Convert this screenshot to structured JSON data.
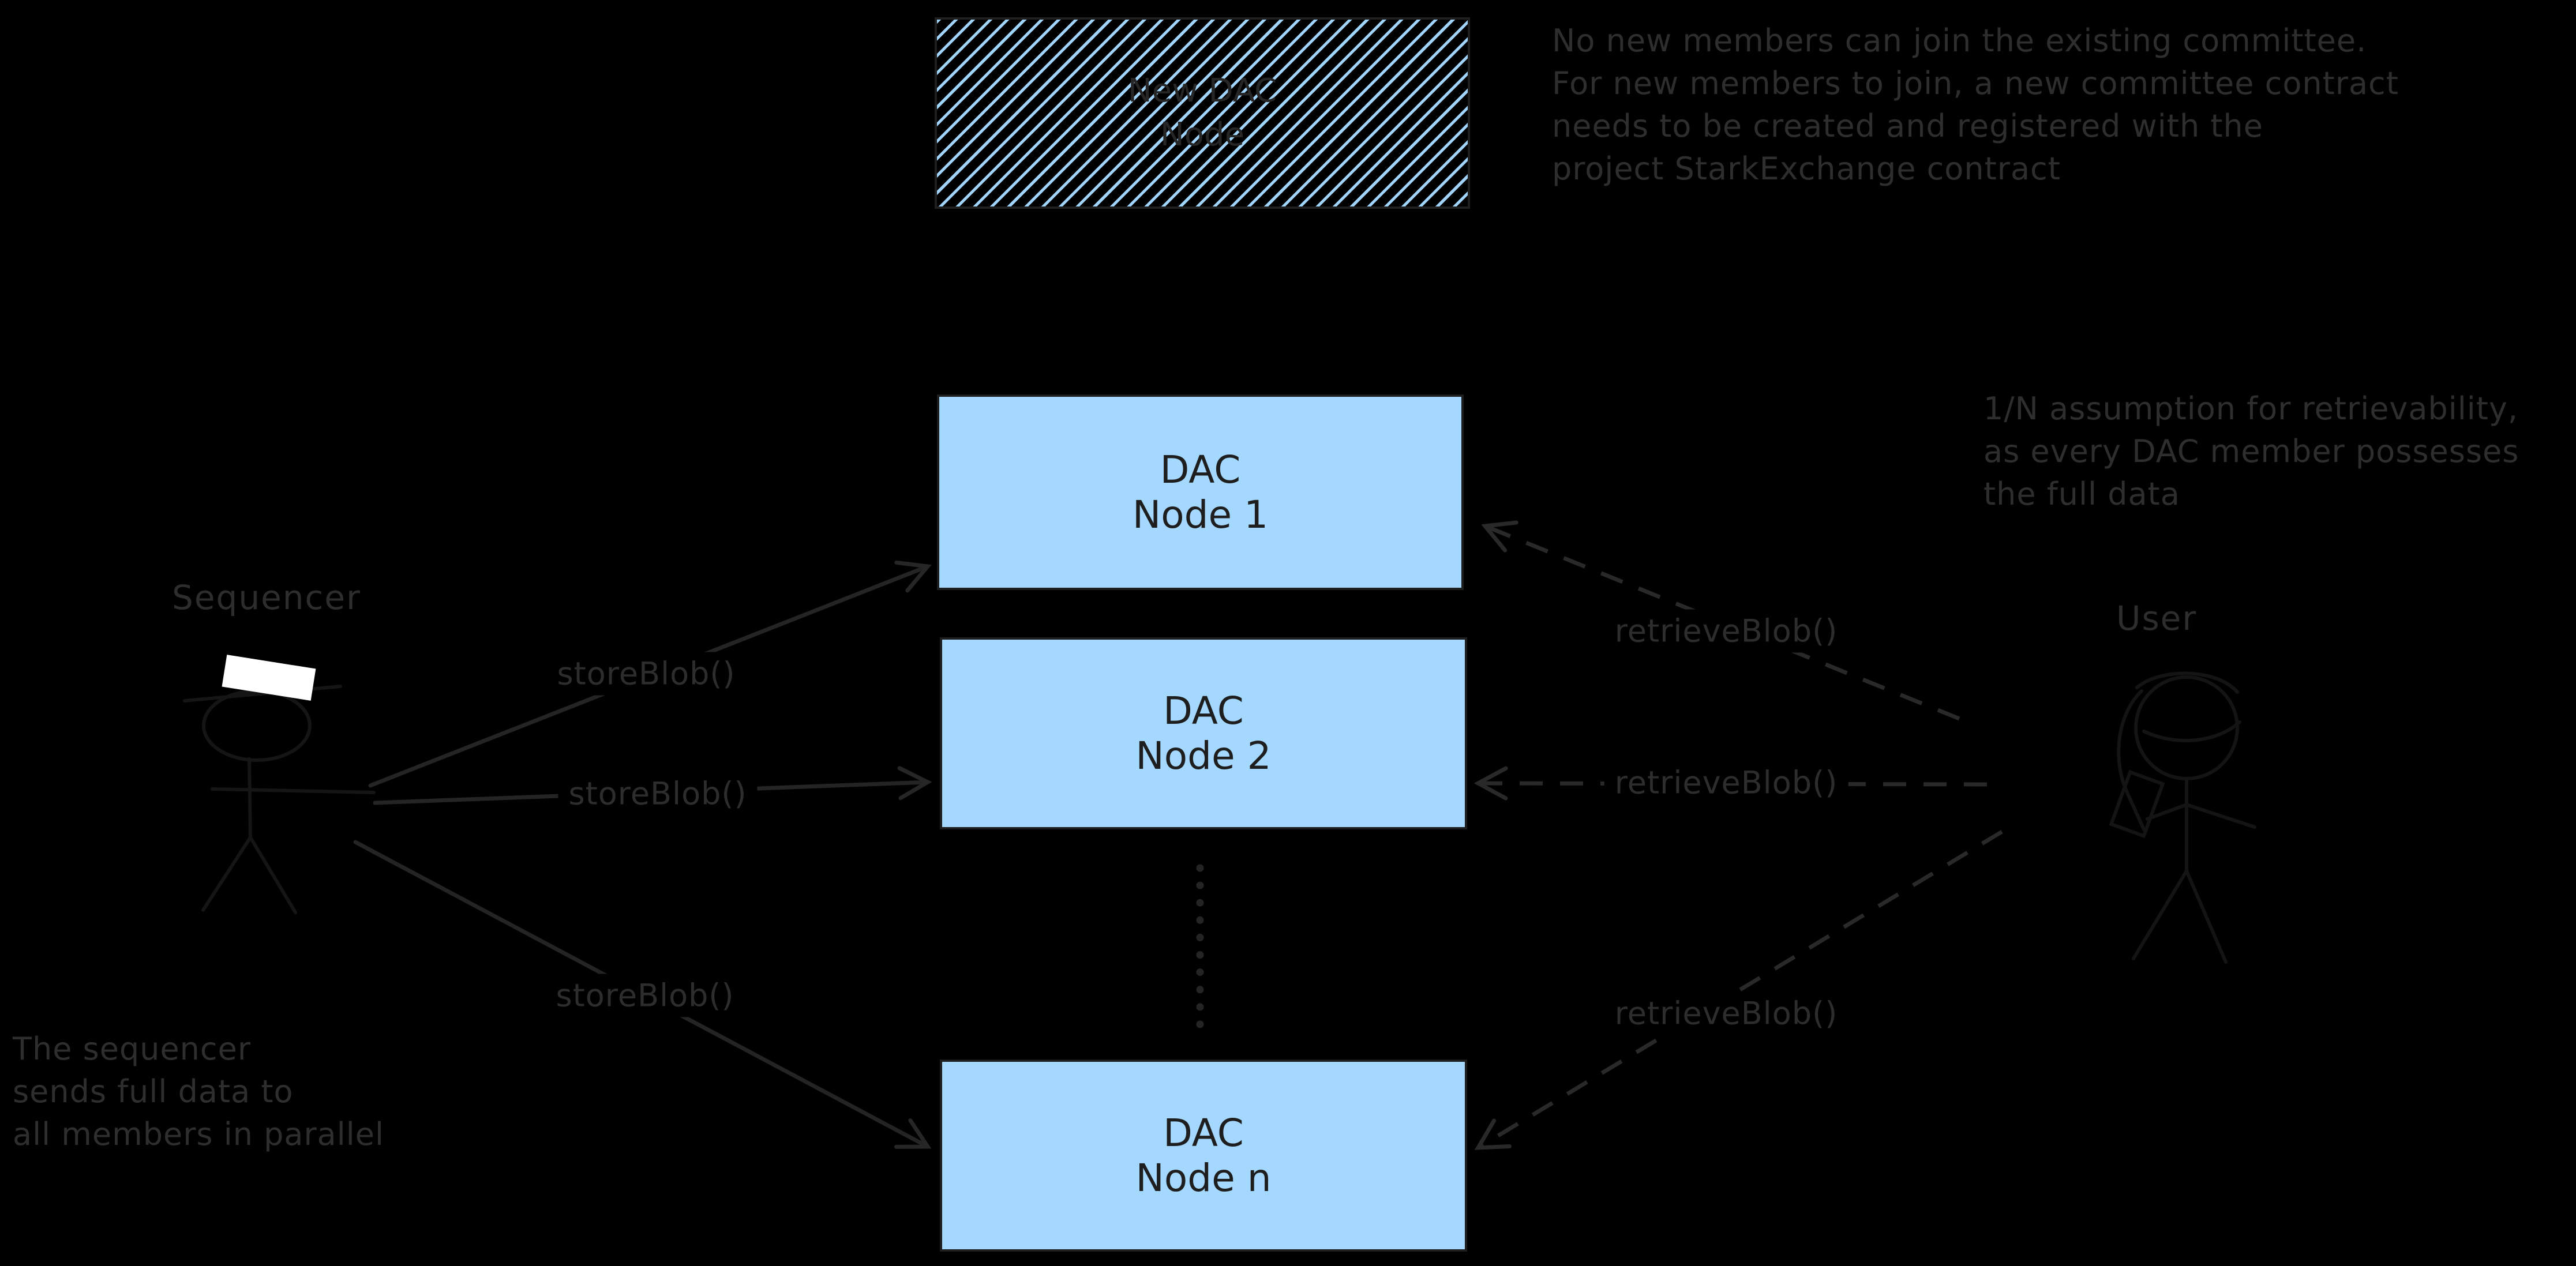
{
  "diagram": {
    "colors": {
      "background": "#000000",
      "node_fill": "#a5d8ff",
      "node_border": "#1e1e1e",
      "annotation_text": "#2e2e2e"
    },
    "new_dac_node": {
      "label": "New DAC\nNode"
    },
    "dac_nodes": [
      {
        "label": "DAC\nNode 1"
      },
      {
        "label": "DAC\nNode 2"
      },
      {
        "label": "DAC\nNode n"
      }
    ],
    "actors": {
      "sequencer": {
        "label": "Sequencer"
      },
      "user": {
        "label": "User"
      }
    },
    "edges": {
      "store_labels": [
        "storeBlob()",
        "storeBlob()",
        "storeBlob()"
      ],
      "retrieve_labels": [
        "retrieveBlob()",
        "retrieveBlob()",
        "retrieveBlob()"
      ]
    },
    "annotations": {
      "committee_note": "No new members can join the existing committee.\nFor new members to join, a new committee contract\nneeds to be created and registered with the\nproject StarkExchange contract",
      "retrievability_note": "1/N assumption for retrievability,\nas every DAC member possesses\nthe full data",
      "sequencer_note": "The sequencer\nsends full data to\nall members in parallel"
    }
  }
}
